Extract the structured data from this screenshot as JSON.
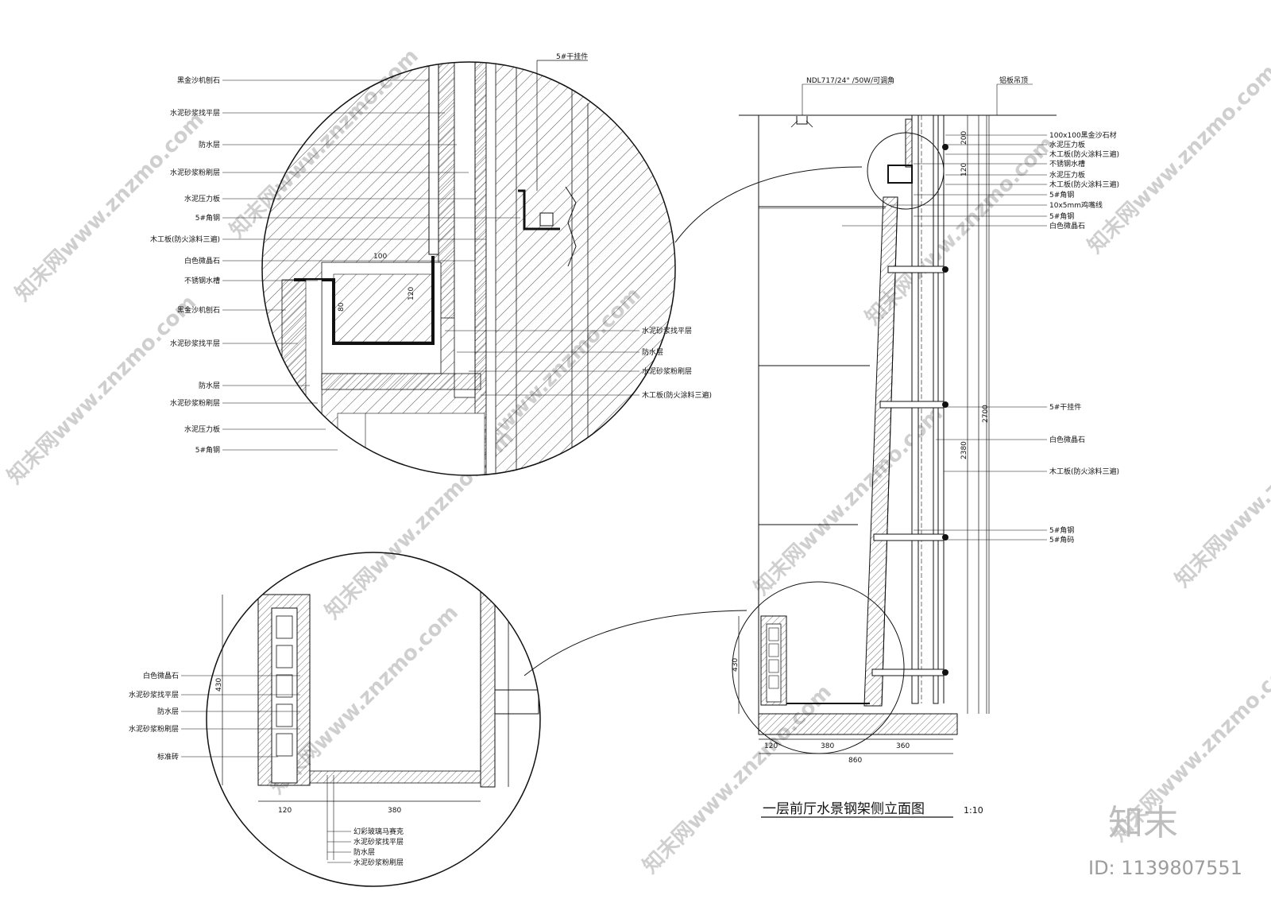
{
  "detail_top": {
    "left_labels": [
      "黑金沙机刨石",
      "水泥砂浆找平层",
      "防水层",
      "水泥砂浆粉刷层",
      "水泥压力板",
      "5#角钢",
      "木工板(防火涂料三遍)",
      "白色微晶石",
      "不锈钢水槽",
      "黑金沙机刨石",
      "水泥砂浆找平层",
      "防水层",
      "水泥砂浆粉刷层",
      "水泥压力板",
      "5#角钢"
    ],
    "right_labels": [
      "水泥砂浆找平层",
      "防水层",
      "水泥砂浆粉刷层",
      "木工板(防火涂料三遍)"
    ],
    "top_label": "5#干挂件",
    "dims": [
      "100",
      "80",
      "120"
    ]
  },
  "detail_bottom": {
    "left_labels": [
      "白色微晶石",
      "水泥砂浆找平层",
      "防水层",
      "水泥砂浆粉刷层",
      "标准砖"
    ],
    "bottom_labels": [
      "幻彩玻璃马赛克",
      "水泥砂浆找平层",
      "防水层",
      "水泥砂浆粉刷层"
    ],
    "dims": [
      "430",
      "120",
      "380"
    ]
  },
  "elevation": {
    "lamp_label": "NDL717/24° /50W/可调角",
    "ceiling_label": "铝板吊顶",
    "right_labels_top": [
      "100x100黑金沙石材",
      "水泥压力板",
      "木工板(防火涂料三遍)",
      "不锈钢水槽",
      "水泥压力板",
      "木工板(防火涂料三遍)",
      "5#角钢",
      "10x5mm鸡嘴线",
      "5#角钢",
      "白色微晶石"
    ],
    "right_labels_mid": [
      "5#干挂件",
      "白色微晶石",
      "木工板(防火涂料三遍)",
      "5#角钢",
      "5#角码"
    ],
    "dims_vertical": [
      "200",
      "120",
      "2700",
      "2380",
      "430"
    ],
    "dims_horizontal": [
      "120",
      "380",
      "360",
      "860"
    ],
    "title": "一层前厅水景钢架侧立面图",
    "scale": "1:10"
  },
  "watermark": {
    "text": "知末网www.znzmo.com",
    "logo": "知末",
    "id": "ID: 1139807551"
  }
}
